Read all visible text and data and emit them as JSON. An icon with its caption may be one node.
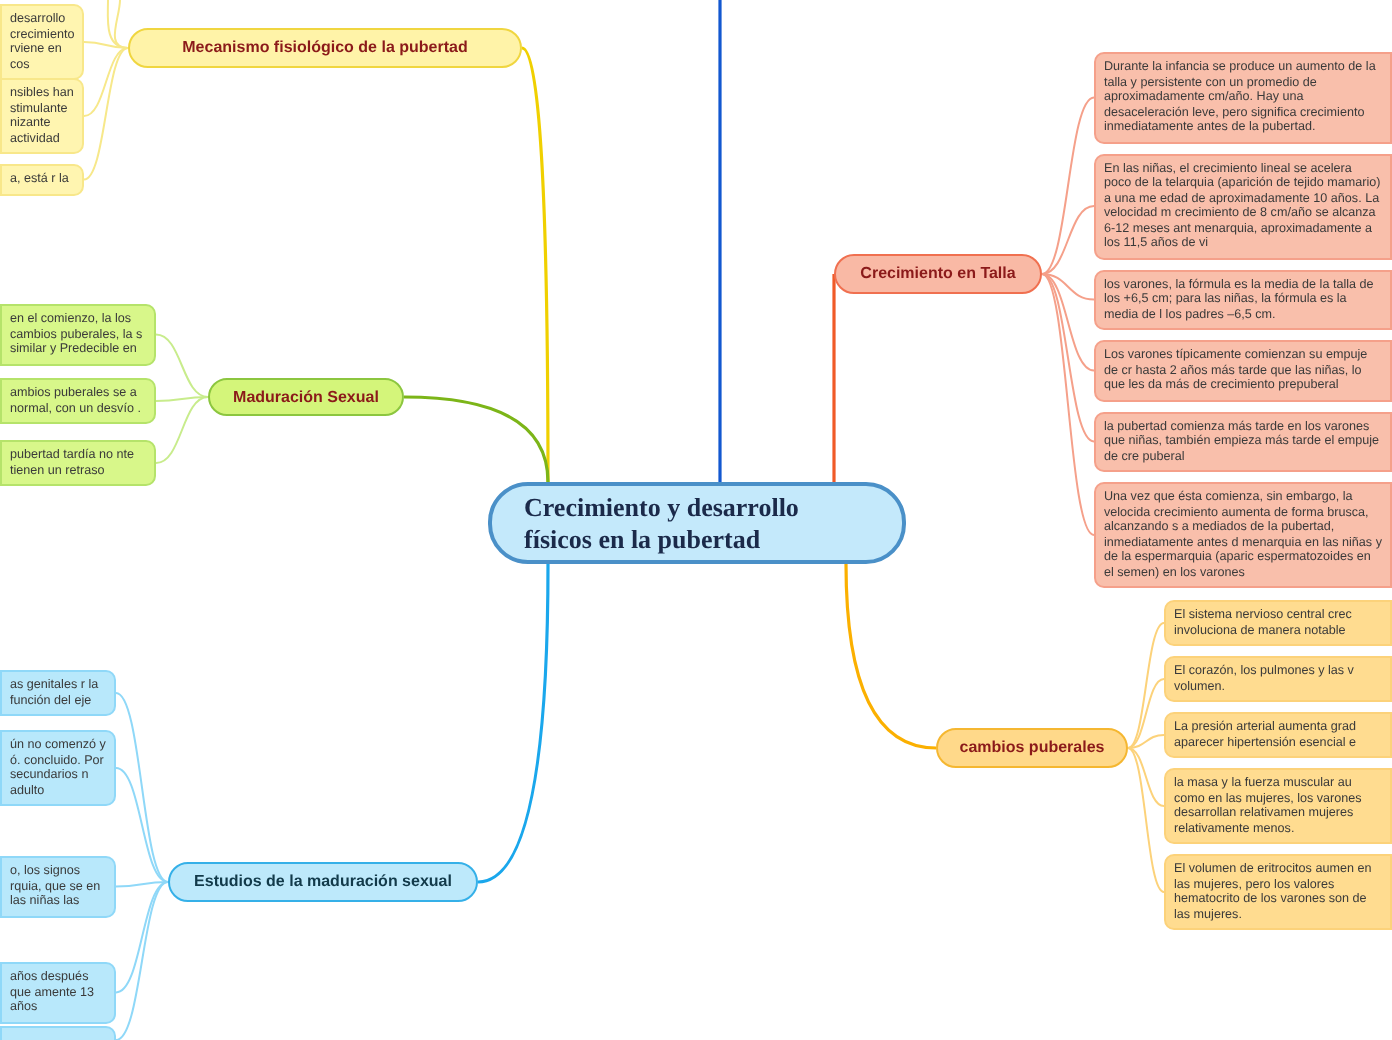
{
  "diagram": {
    "nodes": [
      {
        "text": [
          "Crecimiento y desarrollo físicos en la pubertad"
        ]
      },
      {
        "text": [
          "Mecanismo fisiológico de la pubertad"
        ]
      },
      {
        "text": [
          "desarrollo crecimiento rviene en cos"
        ]
      },
      {
        "text": [
          "nsibles han stimulante nizante actividad"
        ]
      },
      {
        "text": [
          "a, está r la"
        ]
      },
      {
        "text": [
          "Maduración Sexual"
        ]
      },
      {
        "text": [
          "en el comienzo, la los cambios puberales, la s similar y Predecible en"
        ]
      },
      {
        "text": [
          "ambios puberales se a normal, con un desvío ."
        ]
      },
      {
        "text": [
          "pubertad tardía no nte tienen un retraso"
        ]
      },
      {
        "text": [
          "Estudios de la maduración sexual"
        ]
      },
      {
        "text": [
          "as genitales r la función del eje"
        ]
      },
      {
        "text": [
          "ún no comenzó y ó. concluido. Por secundarios n adulto"
        ]
      },
      {
        "text": [
          "o, los signos rquia, que se en las niñas las"
        ]
      },
      {
        "text": [
          "años después que amente 13 años"
        ]
      },
      {
        "text": [],
        "shape": "box"
      },
      {
        "text": [
          "Crecimiento en Talla"
        ]
      },
      {
        "text": [
          "Durante la infancia se produce un aumento de la talla y persistente con un promedio de aproximadamente cm/año. Hay una desaceleración leve, pero significa crecimiento inmediatamente antes de la pubertad."
        ]
      },
      {
        "text": [
          "En las niñas, el crecimiento lineal se acelera poco de la telarquia (aparición de tejido mamario) a una me edad de aproximadamente 10 años. La velocidad m crecimiento de 8 cm/año se alcanza 6-12 meses ant menarquia, aproximadamente a los 11,5 años de vi"
        ]
      },
      {
        "text": [
          "los varones, la fórmula es la media de la talla de los +6,5 cm; para las niñas, la fórmula es la media de l los padres –6,5 cm."
        ]
      },
      {
        "text": [
          "Los varones típicamente comienzan su empuje de cr hasta 2 años más tarde que las niñas, lo que les da más de crecimiento prepuberal"
        ]
      },
      {
        "text": [
          "la pubertad comienza más tarde en los varones que niñas, también empieza más tarde el empuje de cre puberal"
        ]
      },
      {
        "text": [
          "Una vez que ésta comienza, sin embargo, la velocida crecimiento aumenta de forma brusca, alcanzando s a mediados de la pubertad, inmediatamente antes d menarquia en las niñas y de la espermarquia (aparic espermatozoides en el semen) en los varones"
        ]
      },
      {
        "text": [
          "cambios puberales"
        ]
      },
      {
        "text": [
          "El sistema nervioso central crec involuciona de manera notable"
        ]
      },
      {
        "text": [
          "El corazón, los pulmones y las v volumen."
        ]
      },
      {
        "text": [
          "La presión arterial aumenta grad aparecer hipertensión esencial e"
        ]
      },
      {
        "text": [
          "la masa y la fuerza muscular au como en las mujeres, los varones desarrollan relativamen mujeres relativamente menos."
        ]
      },
      {
        "text": [
          "El volumen de eritrocitos aumen en las mujeres, pero los valores hematocrito de los varones son de las mujeres."
        ]
      }
    ],
    "edges": [
      {
        "from": 0,
        "to": 1,
        "arrow": "none",
        "color": "#f0d000"
      },
      {
        "from": 0,
        "to": 5,
        "arrow": "none",
        "color": "#7cb518"
      },
      {
        "from": 0,
        "to": 9,
        "arrow": "none",
        "color": "#1aa7ec"
      },
      {
        "from": 0,
        "to": 15,
        "arrow": "none",
        "color": "#f05a28"
      },
      {
        "from": 0,
        "to": 22,
        "arrow": "none",
        "color": "#fbb000"
      },
      {
        "from": 0,
        "to": null,
        "arrow": "none",
        "color": "#1258d0"
      },
      {
        "from": 1,
        "to": null,
        "arrow": "none",
        "color": "#f7e88a"
      },
      {
        "from": 1,
        "to": null,
        "arrow": "none",
        "color": "#f7e88a"
      },
      {
        "from": 1,
        "to": 2,
        "arrow": "none",
        "color": "#f7e88a"
      },
      {
        "from": 1,
        "to": 3,
        "arrow": "none",
        "color": "#f7e88a"
      },
      {
        "from": 1,
        "to": 4,
        "arrow": "none",
        "color": "#f7e88a"
      },
      {
        "from": 5,
        "to": 6,
        "arrow": "none",
        "color": "#c8ec8c"
      },
      {
        "from": 5,
        "to": 7,
        "arrow": "none",
        "color": "#c8ec8c"
      },
      {
        "from": 5,
        "to": 8,
        "arrow": "none",
        "color": "#c8ec8c"
      },
      {
        "from": 9,
        "to": 10,
        "arrow": "none",
        "color": "#8fd8f8"
      },
      {
        "from": 9,
        "to": 11,
        "arrow": "none",
        "color": "#8fd8f8"
      },
      {
        "from": 9,
        "to": 12,
        "arrow": "none",
        "color": "#8fd8f8"
      },
      {
        "from": 9,
        "to": 13,
        "arrow": "none",
        "color": "#8fd8f8"
      },
      {
        "from": 9,
        "to": 14,
        "arrow": "none",
        "color": "#8fd8f8"
      },
      {
        "from": 15,
        "to": 16,
        "arrow": "none",
        "color": "#f5a08a"
      },
      {
        "from": 15,
        "to": 17,
        "arrow": "none",
        "color": "#f5a08a"
      },
      {
        "from": 15,
        "to": 18,
        "arrow": "none",
        "color": "#f5a08a"
      },
      {
        "from": 15,
        "to": 19,
        "arrow": "none",
        "color": "#f5a08a"
      },
      {
        "from": 15,
        "to": 20,
        "arrow": "none",
        "color": "#f5a08a"
      },
      {
        "from": 15,
        "to": 21,
        "arrow": "none",
        "color": "#f5a08a"
      },
      {
        "from": 22,
        "to": 23,
        "arrow": "none",
        "color": "#fcd27a"
      },
      {
        "from": 22,
        "to": 24,
        "arrow": "none",
        "color": "#fcd27a"
      },
      {
        "from": 22,
        "to": 25,
        "arrow": "none",
        "color": "#fcd27a"
      },
      {
        "from": 22,
        "to": 26,
        "arrow": "none",
        "color": "#fcd27a"
      },
      {
        "from": 22,
        "to": 27,
        "arrow": "none",
        "color": "#fcd27a"
      }
    ]
  }
}
